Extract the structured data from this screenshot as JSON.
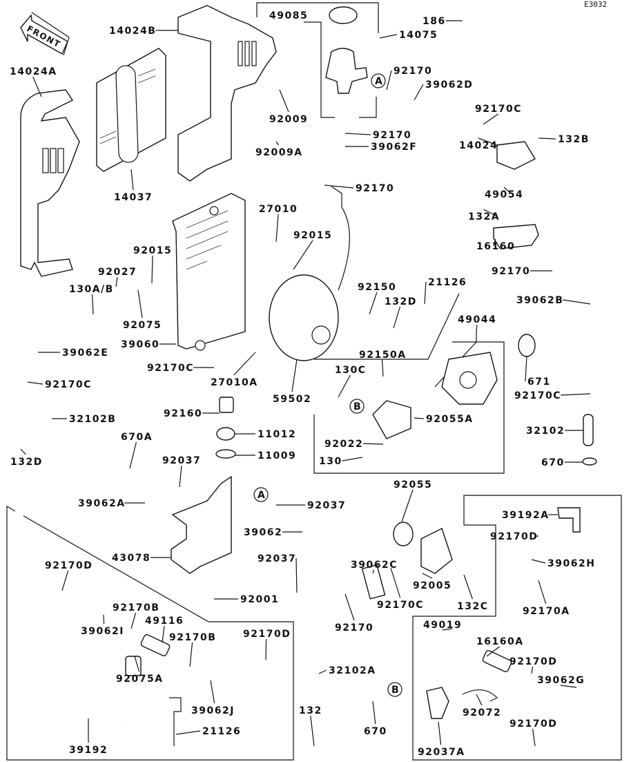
{
  "diagram_code": "E3032",
  "front_arrow": "FRONT",
  "callouts": [
    "A",
    "B",
    "A",
    "B"
  ],
  "labels": [
    "14024B",
    "49085",
    "14075",
    "186",
    "14024A",
    "92170",
    "39062D",
    "92009",
    "92170",
    "92170C",
    "132B",
    "14024",
    "14037",
    "92009A",
    "39062F",
    "92170",
    "49054",
    "27010",
    "132A",
    "92015",
    "92015",
    "16160",
    "92027",
    "130A/B",
    "92170",
    "92150",
    "21126",
    "132D",
    "39062B",
    "92075",
    "49044",
    "39060",
    "39062E",
    "92150A",
    "130C",
    "92170C",
    "27010A",
    "671",
    "92170C",
    "59502",
    "92170C",
    "92055A",
    "92160",
    "32102B",
    "32102",
    "11012",
    "92022",
    "670A",
    "11009",
    "92037",
    "130",
    "670",
    "132D",
    "92055",
    "39062A",
    "92037",
    "39192A",
    "39062",
    "92170D",
    "43078",
    "92037",
    "39062C",
    "39062H",
    "92170D",
    "92001",
    "92170C",
    "92005",
    "132C",
    "92170B",
    "92170A",
    "49116",
    "92170",
    "39062I",
    "92170B",
    "92170D",
    "49019",
    "16160A",
    "92170D",
    "32102A",
    "39062G",
    "92075A",
    "39062J",
    "92072",
    "92170D",
    "132",
    "670",
    "21126",
    "39192",
    "92037A"
  ]
}
